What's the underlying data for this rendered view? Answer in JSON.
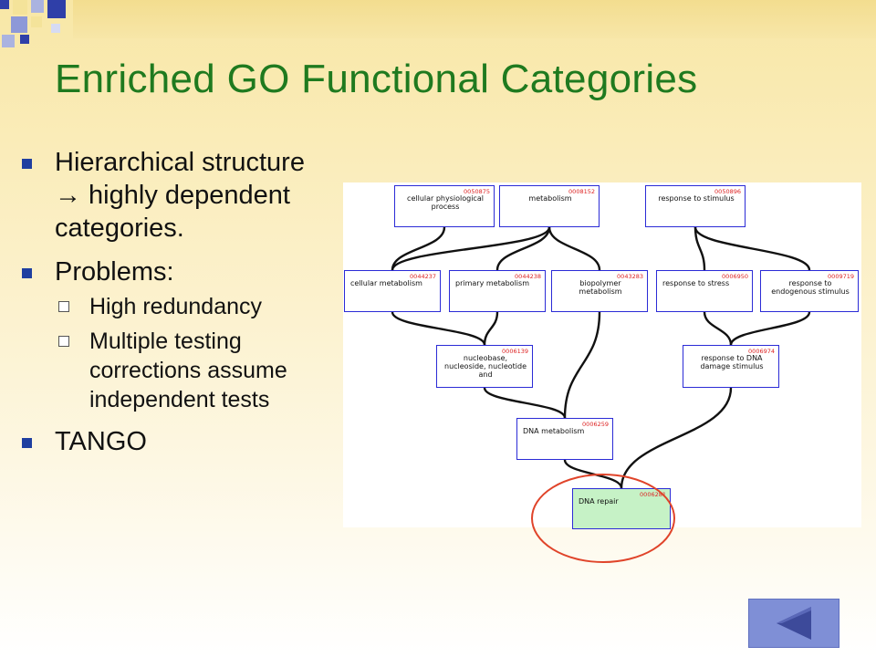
{
  "slide": {
    "title": "Enriched GO Functional Categories",
    "bullets": [
      {
        "text": "Hierarchical structure → highly dependent categories."
      },
      {
        "text": "Problems:",
        "sub": [
          "High redundancy",
          "Multiple testing corrections assume independent tests"
        ]
      },
      {
        "text": "TANGO"
      }
    ]
  },
  "diagram": {
    "nodes": [
      {
        "key": "n0050875",
        "id": "0050875",
        "label": "cellular physiological process"
      },
      {
        "key": "n0008152",
        "id": "0008152",
        "label": "metabolism"
      },
      {
        "key": "n0050896",
        "id": "0050896",
        "label": "response to stimulus"
      },
      {
        "key": "n0044237",
        "id": "0044237",
        "label": "cellular metabolism"
      },
      {
        "key": "n0044238",
        "id": "0044238",
        "label": "primary metabolism"
      },
      {
        "key": "n0043283",
        "id": "0043283",
        "label": "biopolymer metabolism"
      },
      {
        "key": "n0006950",
        "id": "0006950",
        "label": "response to stress"
      },
      {
        "key": "n0009719",
        "id": "0009719",
        "label": "response to endogenous stimulus"
      },
      {
        "key": "n0006139",
        "id": "0006139",
        "label": "nucleobase, nucleoside, nucleotide and"
      },
      {
        "key": "n0006974",
        "id": "0006974",
        "label": "response to DNA damage stimulus"
      },
      {
        "key": "n0006259",
        "id": "0006259",
        "label": "DNA metabolism"
      },
      {
        "key": "n0006281",
        "id": "0006281",
        "label": "DNA repair",
        "highlighted": true
      }
    ],
    "edges": [
      [
        "n0050875",
        "n0044237"
      ],
      [
        "n0008152",
        "n0044237"
      ],
      [
        "n0008152",
        "n0044238"
      ],
      [
        "n0008152",
        "n0043283"
      ],
      [
        "n0050896",
        "n0006950"
      ],
      [
        "n0050896",
        "n0009719"
      ],
      [
        "n0044237",
        "n0006139"
      ],
      [
        "n0044238",
        "n0006139"
      ],
      [
        "n0006950",
        "n0006974"
      ],
      [
        "n0009719",
        "n0006974"
      ],
      [
        "n0006139",
        "n0006259"
      ],
      [
        "n0043283",
        "n0006259"
      ],
      [
        "n0006259",
        "n0006281"
      ],
      [
        "n0006974",
        "n0006281"
      ]
    ],
    "highlight_color": "#e0442a",
    "edge_color": "#111111",
    "node_border_color": "#2b2bd6",
    "highlight_fill": "#c6f2c6"
  },
  "colors": {
    "title": "#1f7a1f",
    "bullet": "#1f3fa0",
    "nav": "#7f8fd6"
  },
  "nav": {
    "icon": "back-triangle-icon"
  }
}
